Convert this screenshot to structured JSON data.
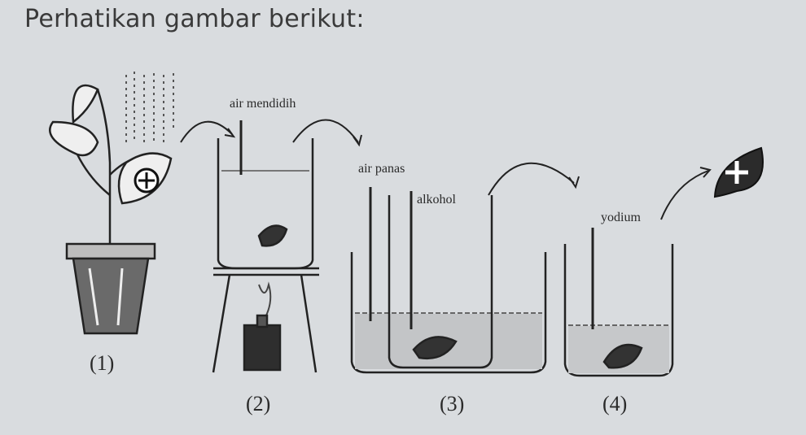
{
  "title": "Perhatikan gambar berikut:",
  "labels": {
    "step1": "(1)",
    "step2": "(2)",
    "step3": "(3)",
    "step4": "(4)",
    "air_mendidih": "air mendidih",
    "air_panas": "air panas",
    "alkohol": "alkohol",
    "yodium": "yodium"
  },
  "colors": {
    "ink": "#2a2a2a",
    "background": "#d9dcdf"
  }
}
